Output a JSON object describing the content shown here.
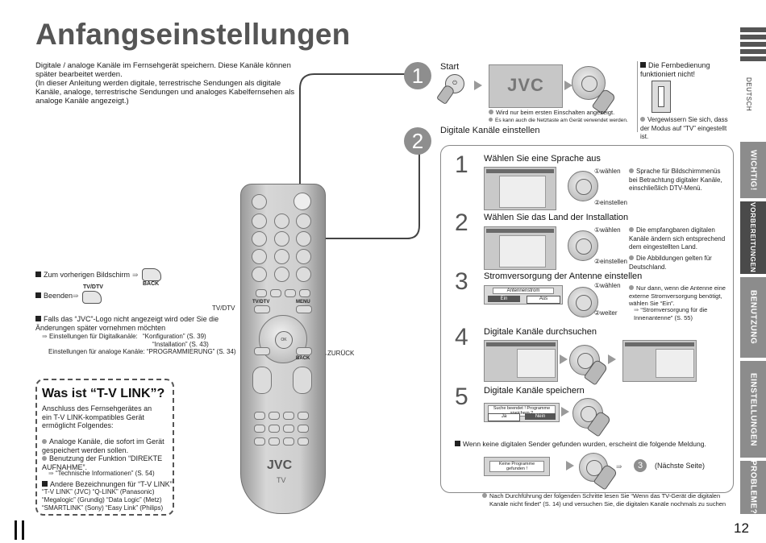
{
  "title": "Anfangseinstellungen",
  "intro": {
    "line1": "Digitale / analoge Kanäle im Fernsehgerät speichern. Diese Kanäle können später bearbeitet werden.",
    "line2": "(In dieser Anleitung werden digitale, terrestrische Sendungen als digitale Kanäle, analoge, terrestrische Sendungen und analoges Kabelfernsehen als analoge Kanäle angezeigt.)"
  },
  "left_notes": {
    "back_text": "Zum vorherigen Bildschirm",
    "back_label": "BACK",
    "exit_text": "Beenden",
    "exit_label": "TV/DTV",
    "logo_note": "Falls das “JVC”-Logo nicht angezeigt wird oder Sie die Änderungen später vornehmen möchten",
    "digital_label": "Einstellungen für Digitalkanäle:",
    "digital_ref1": "“Konfiguration” (S. 39)",
    "digital_ref2": "“Installation” (S. 43)",
    "analog_label": "Einstellungen für analoge Kanäle:",
    "analog_ref": "“PROGRAMMIERUNG” (S. 34)"
  },
  "tlink": {
    "heading": "Was ist “T-V LINK”?",
    "desc": "Anschluss des Fernsehgerätes an ein T-V LINK-kompatibles Gerät ermöglicht Folgendes:",
    "b1": "Analoge Kanäle, die sofort im Gerät gespeichert werden sollen.",
    "b2": "Benutzung der Funktion “DIREKTE AUFNAHME”.",
    "b2_ref": "“Technische Informationen” (S. 54)",
    "other_heading": "Andere Bezeichnungen für “T-V LINK”",
    "names1": "“T-V LINK” (JVC) “Q-LINK” (Panasonic)",
    "names2": "“Megalogic” (Grundig) “Data Logic” (Metz)",
    "names3": "“SMARTLINK” (Sony) “Easy Link” (Philips)"
  },
  "remote": {
    "tvdtv_label": "TV/DTV",
    "menu_label": "MENU",
    "back_label": "BACK",
    "ok_label": "OK",
    "brand": "JVC",
    "model": "TV",
    "callout_tvdtv": "TV/DTV",
    "callout_back": "ZURÜCK"
  },
  "step1": {
    "num": "1",
    "title": "Start",
    "brand_screen": "JVC",
    "note1": "Wird nur beim ersten Einschalten angezeigt.",
    "note2": "Es kann auch die Netztaste am Gerät verwendet werden.",
    "remote_note_head": "Die Fernbedienung funktioniert nicht!",
    "remote_note": "Vergewissern Sie sich, dass der Modus auf “TV” eingestellt ist."
  },
  "step2": {
    "num": "2",
    "title": "Digitale Kanäle einstellen",
    "sub": [
      {
        "num": "1",
        "title": "Wählen Sie eine Sprache aus",
        "select": "①wählen",
        "set": "②einstellen",
        "note": "Sprache für Bildschirmmenüs bei Betrachtung digitaler Kanäle, einschließlich DTV-Menü."
      },
      {
        "num": "2",
        "title": "Wählen Sie das Land der Installation",
        "select": "①wählen",
        "set": "②einstellen",
        "note1": "Die empfangbaren digitalen Kanäle ändern sich entsprechend dem eingestellten Land.",
        "note2": "Die Abbildungen gelten für Deutschland."
      },
      {
        "num": "3",
        "title": "Stromversorgung der Antenne einstellen",
        "select": "①wählen",
        "set": "②weiter",
        "note": "Nur dann, wenn die Antenne eine externe Stromversorgung benötigt, wählen Sie “Ein”.",
        "ref": "“Stromversorgung für die Innenantenne” (S. 55)",
        "dialog_title": "Antennenstrom",
        "opt_on": "Ein",
        "opt_off": "Aus"
      },
      {
        "num": "4",
        "title": "Digitale Kanäle durchsuchen"
      },
      {
        "num": "5",
        "title": "Digitale Kanäle speichern",
        "dialog_text": "Suche beendet ! Programme speichern ?",
        "yes": "Ja",
        "no": "Nein"
      }
    ],
    "none_found": "Wenn keine digitalen Sender gefunden wurden, erscheint die folgende Meldung.",
    "none_dialog": "Keine Programme gefunden !",
    "next_num": "3",
    "next_text": "(Nächste Seite)",
    "final_note1": "Nach Durchführung der folgenden Schritte lesen Sie “Wenn das TV-Gerät die digitalen",
    "final_note2": "Kanäle nicht findet” (S. 14) und versuchen Sie, die digitalen Kanäle nochmals zu suchen"
  },
  "side": {
    "lang": "DEUTSCH",
    "tabs": [
      "WICHTIG!",
      "VORBEREITUNGEN",
      "BENUTZUNG",
      "EINSTELLUNGEN",
      "PROBLEME?"
    ],
    "active_tab": "VORBEREITUNGEN"
  },
  "page_number": "12",
  "colors": {
    "title": "#555555",
    "tab": "#8c8c8c",
    "tab_active": "#4a4a4a",
    "step_circle": "#8e8e8e"
  }
}
